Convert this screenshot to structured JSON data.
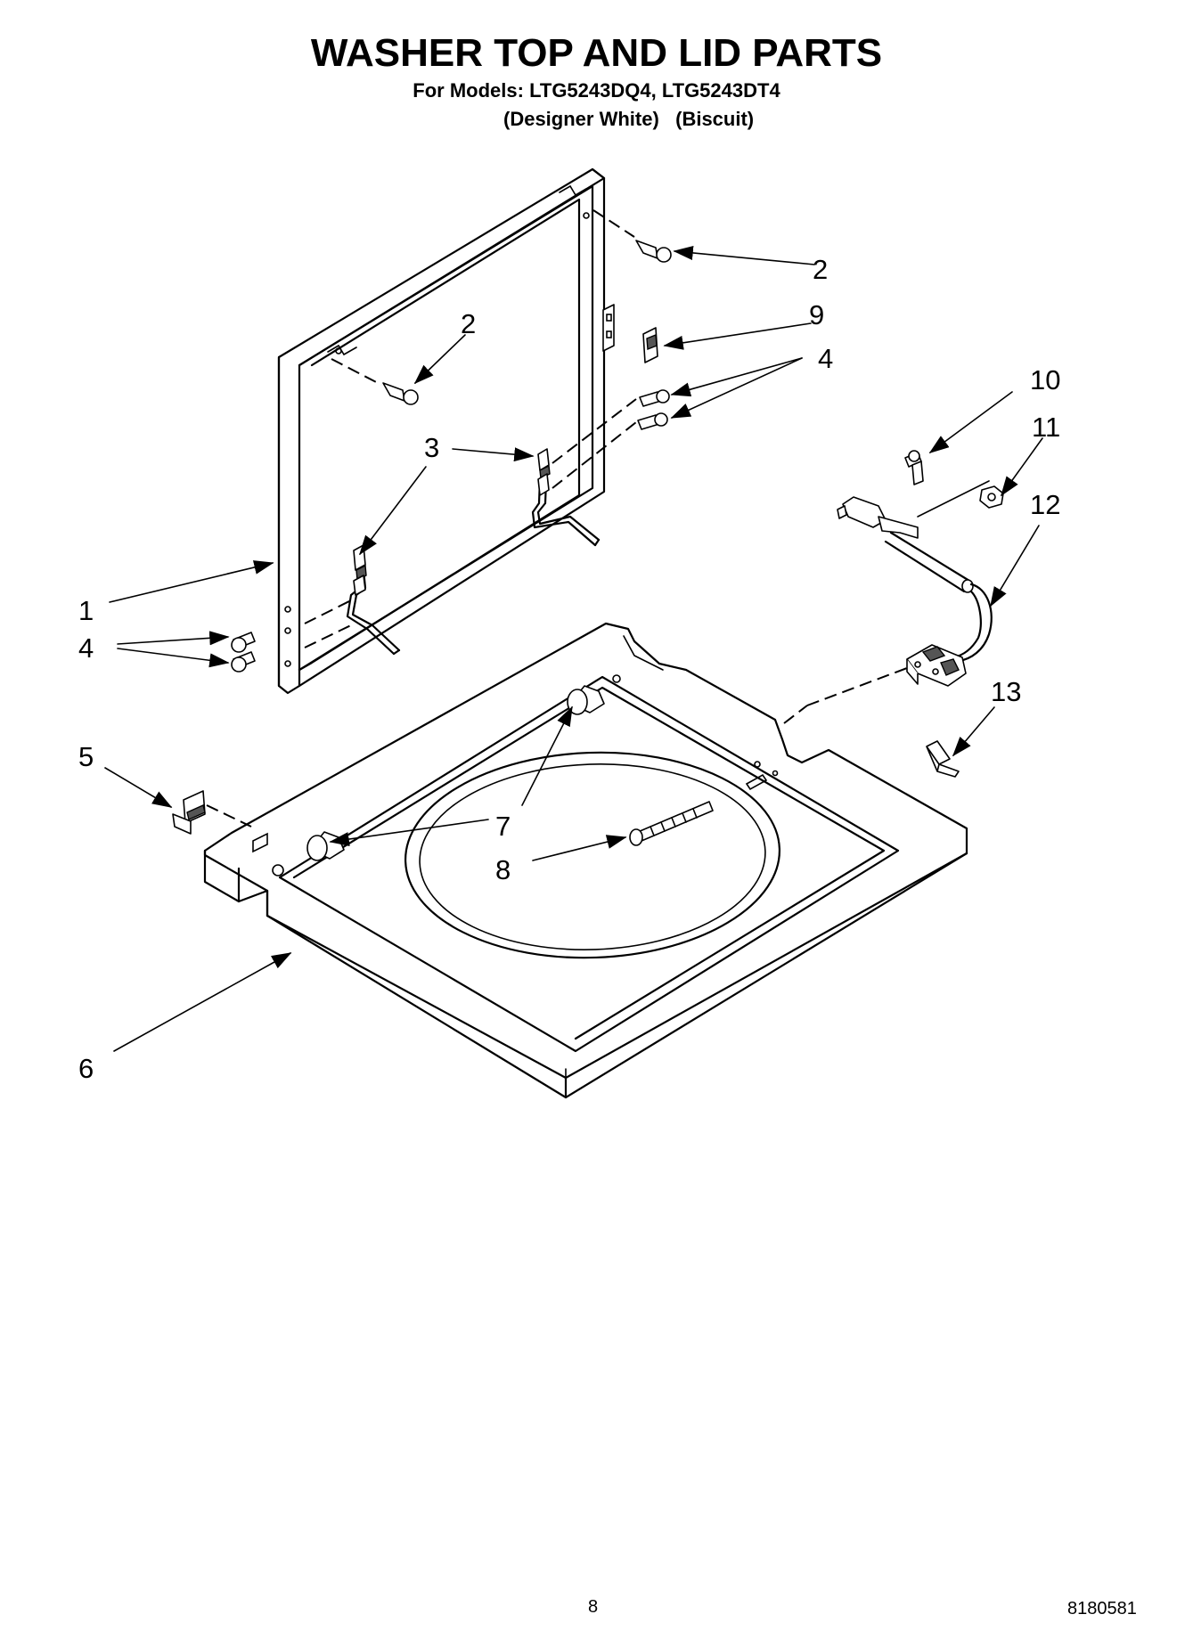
{
  "header": {
    "title": "WASHER TOP AND LID PARTS",
    "models": "For Models: LTG5243DQ4, LTG5243DT4",
    "colors": "(Designer White)   (Biscuit)"
  },
  "callouts": {
    "c1": "1",
    "c2a": "2",
    "c2b": "2",
    "c3": "3",
    "c4a": "4",
    "c4b": "4",
    "c5": "5",
    "c6": "6",
    "c7": "7",
    "c8": "8",
    "c9": "9",
    "c10": "10",
    "c11": "11",
    "c12": "12",
    "c13": "13"
  },
  "footer": {
    "page_number": "8",
    "document_number": "8180581"
  }
}
